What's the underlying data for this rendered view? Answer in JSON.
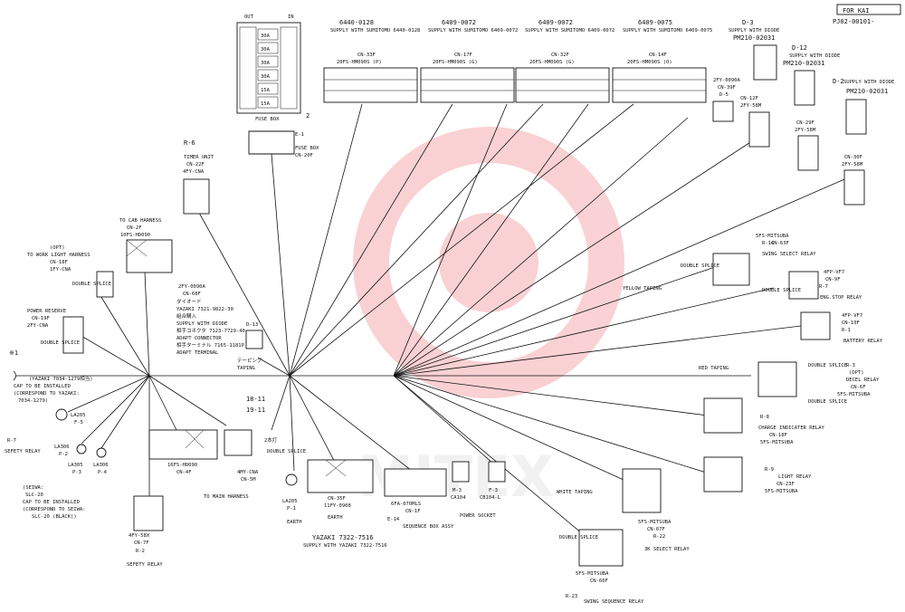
{
  "header": {
    "tag": "FOR KAI",
    "doc_no": "PJ02-00101-"
  },
  "watermark": "MITEX",
  "star": "※1",
  "fuse_box": {
    "out": "OUT",
    "in": "IN",
    "fuses": [
      "30A",
      "30A",
      "30A",
      "30A",
      "15A",
      "15A"
    ],
    "title": "FUSE BOX",
    "number": "2",
    "ref": "E-1",
    "name": "FUSE BOX",
    "cn": "CN-20F"
  },
  "top_connectors": [
    {
      "pn": "6440-0128",
      "supply": "SUPPLY WITH SUMITOMO 6440-0128",
      "cn": "CN-33F",
      "type": "20FS-HM090S (P)"
    },
    {
      "pn": "6409-0072",
      "supply": "SUPPLY WITH SUMITOMO 6409-0072",
      "cn": "CN-17F",
      "type": "20FS-HM090S (G)"
    },
    {
      "pn": "6409-0072",
      "supply": "SUPPLY WITH SUMITOMO 6409-0072",
      "cn": "CN-32F",
      "type": "20FS-HM090S (G)"
    },
    {
      "pn": "6409-0075",
      "supply": "SUPPLY WITH SUMITOMO 6409-0075",
      "cn": "CN-14F",
      "type": "20FS-HM090S (O)"
    }
  ],
  "diodes": [
    {
      "ref": "D-3",
      "supply": "SUPPLY WITH DIODE",
      "pn": "PM210-02031",
      "cn": "CN-12F",
      "type": "2FY-58M"
    },
    {
      "ref": "D-12",
      "supply": "SUPPLY WITH DIODE",
      "pn": "PM210-02031",
      "cn": "CN-29F",
      "type": "2FY-58M"
    },
    {
      "ref": "D-2",
      "supply": "SUPPLY WITH DIODE",
      "pn": "PM210-02031",
      "cn": "CN-30F",
      "type": "2FY-58M"
    }
  ],
  "d5": {
    "type": "2FY-0090A",
    "cn": "CN-39F",
    "ref": "D-5"
  },
  "timer": {
    "ref": "R-6",
    "name": "TIMER UNIT",
    "cn": "CN-22F",
    "type": "4FY-CNA"
  },
  "cab": {
    "title": "TO CAB HARNESS",
    "cn": "CN-2F",
    "type": "10FS-HD090"
  },
  "work_light": {
    "opt": "(OPT)",
    "title": "TO WORK LIGHT HARNESS",
    "cn": "CN-18F",
    "type": "1FY-CNA"
  },
  "power_reserve": {
    "title": "POWER RESERVE",
    "cn": "CN-19F",
    "type": "2FY-CNA"
  },
  "double_splice": "DOUBLE SPLICE",
  "diode_adapt": {
    "type": "2FY-0090A",
    "cn": "CN-68F",
    "jp1": "ダイオード",
    "yazaki": "YAZAKI 7321-9822-30",
    "jp2": "組合購入",
    "supply": "SUPPLY WITH DIODE",
    "jp3": "相手コネクタ 7123-7729-40",
    "adapt_connector": "ADAPT CONNECTOR",
    "jp4": "相手ターミナル 7165-1181P",
    "adapt_terminal": "ADAPT TERMINAL"
  },
  "d13": "D-13",
  "taping_jp": "テーピング",
  "taping": "TAPING",
  "yazaki_cap": {
    "line1": "(YAZAKI 7034-1279相当)",
    "line2": "CAP TO BE INSTALLED",
    "line3": "(CORRESPOND TO YAZAKI:",
    "line4": "7034-1279)"
  },
  "wire_num": [
    "18-11",
    "19-11"
  ],
  "safety_relay": {
    "la205": "LA205",
    "f5": "F-5",
    "r7": "R-7",
    "name": "SEFETY RELAY",
    "la306a": "LA306",
    "p2": "P-2",
    "la305": "LA305",
    "p3": "P-3",
    "la306b": "LA306",
    "p4": "P-4"
  },
  "seiwa": {
    "line1": "(SEIWA:",
    "line2": "SLC-20",
    "line3": "CAP TO BE INSTALLED",
    "line4": "(CORRESPOND TO SEIWA:",
    "line5": "SLC-20 (BLACK))"
  },
  "r2": {
    "type": "4FY-58X",
    "cn": "CN-7F",
    "ref": "R-2",
    "name": "SEFETY RELAY"
  },
  "main_harness": {
    "type1": "16FS-HD090",
    "cn1": "CN-4F",
    "type2": "4MY-CNA",
    "cn2": "CN-5M",
    "title": "TO MAIN HARNESS",
    "jp": "2本打",
    "double_splice": "DOUBLE SPLICE"
  },
  "earth_a": {
    "code": "LA205",
    "ref": "P-1",
    "label": "EARTH"
  },
  "cn35": {
    "cn": "CN-35F",
    "type": "11FY-0908",
    "label": "EARTH"
  },
  "yazaki_bottom": {
    "pn": "YAZAKI 7322-7516",
    "supply": "SUPPLY WITH YAZAKI 7322-7516"
  },
  "sequence_box": {
    "type": "6FA-070MLS",
    "cn": "CN-1F",
    "ref": "E-14",
    "name": "SEQUENCE BOX ASSY"
  },
  "power_socket": {
    "ref1": "M-3",
    "code1": "CA104",
    "ref2": "F-3",
    "code2": "CB104-L",
    "name": "POWER SOCKET"
  },
  "relays": [
    {
      "type": "5FS-MITSUBA",
      "ref": "R-14",
      "cn": "CN-63F",
      "name": "SWING SELECT RELAY"
    },
    {
      "type": "4FP-VF7",
      "cn": "CN-9F",
      "ref": "R-7",
      "name": "ENG.STOP RELAY"
    },
    {
      "type": "4FP-VF7",
      "cn": "CN-10F",
      "ref": "R-1",
      "name": "BATTERY RELAY"
    },
    {
      "ref": "R-3",
      "opt": "(OPT)",
      "name": "DECEL RELAY",
      "cn": "CN-6F",
      "type": "5FS-MITSUBA"
    },
    {
      "ref": "R-8",
      "name": "CHARGE INDICATER RELAY",
      "cn": "CN-18F",
      "type": "5FS-MITSUBA"
    },
    {
      "ref": "R-9",
      "name": "LIGHT RELAY",
      "cn": "CN-23F",
      "type": "5FS-MITSUBA"
    },
    {
      "type": "5FS-MITSUBA",
      "cn": "CN-67F",
      "ref": "R-22",
      "name": "3K SELECT RELAY"
    },
    {
      "type": "5FS-MITSUBA",
      "cn": "CN-66F",
      "ref": "R-23",
      "name": "SWING SEQUENCE RELAY"
    }
  ],
  "tapings": {
    "yellow": "YELLOW TAPING",
    "red": "RED TAPING",
    "white": "WHITE TAPING"
  }
}
